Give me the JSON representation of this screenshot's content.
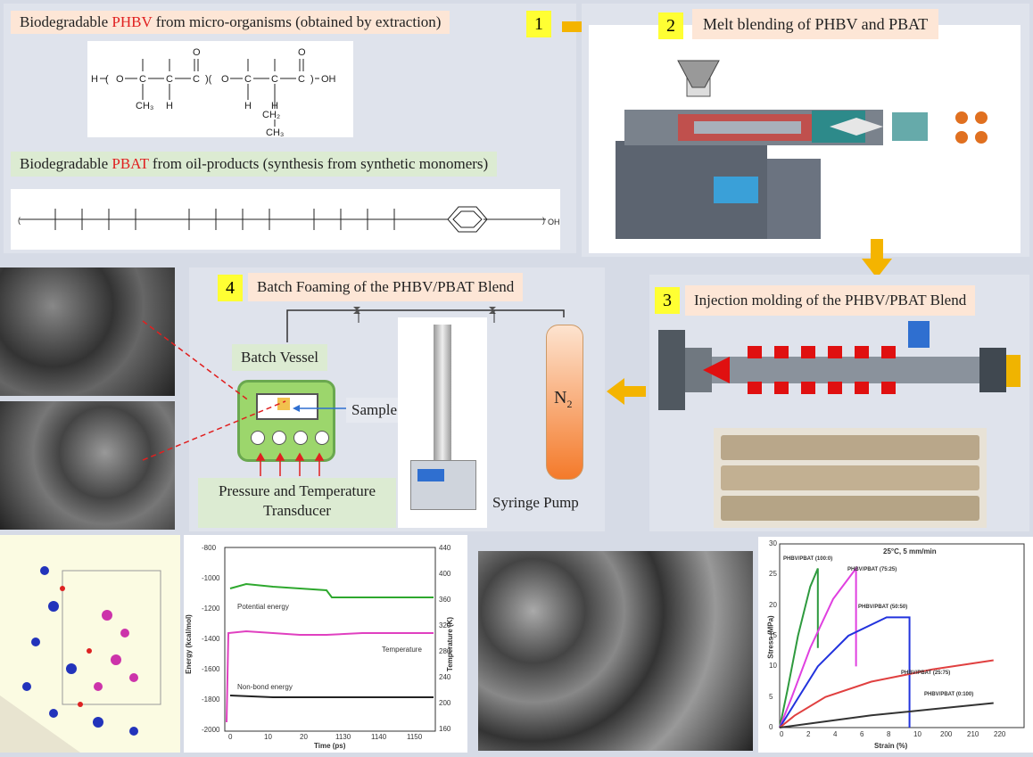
{
  "step1": {
    "number": "1",
    "phbv_prefix": "Biodegradable ",
    "phbv_highlight": "PHBV",
    "phbv_suffix": " from micro-organisms (obtained by extraction)",
    "pbat_prefix": "Biodegradable ",
    "pbat_highlight": "PBAT",
    "pbat_suffix": " from oil-products (synthesis from synthetic monomers)"
  },
  "step2": {
    "number": "2",
    "title": "Melt blending of PHBV and PBAT"
  },
  "step3": {
    "number": "3",
    "title": "Injection molding of the PHBV/PBAT Blend"
  },
  "step4": {
    "number": "4",
    "title": "Batch Foaming of the PHBV/PBAT Blend",
    "vessel": "Batch Vessel",
    "sample": "Sample",
    "transducer_line1": "Pressure and Temperature",
    "transducer_line2": "Transducer",
    "pump": "Syringe Pump",
    "gas": "N",
    "gas_sub": "2"
  },
  "energy_chart": {
    "xlabel": "Time (ps)",
    "ylabel_left": "Energy (kcal/mol)",
    "ylabel_right": "Temperature (K)",
    "label_potential": "Potential energy",
    "label_temperature": "Temperature",
    "label_nonbond": "Non-bond energy",
    "yticks_left": [
      "-800",
      "-1000",
      "-1200",
      "-1400",
      "-1600",
      "-1800",
      "-2000"
    ],
    "yticks_right": [
      "440",
      "400",
      "360",
      "320",
      "280",
      "240",
      "200",
      "160"
    ],
    "xticks": [
      "0",
      "10",
      "20",
      "1130",
      "1140",
      "1150"
    ]
  },
  "chart_data": {
    "type": "line",
    "title": "25°C, 5 mm/min",
    "xlabel": "Strain (%)",
    "ylabel": "Stress (MPa)",
    "ylim": [
      0,
      30
    ],
    "yticks": [
      "0",
      "5",
      "10",
      "15",
      "20",
      "25",
      "30"
    ],
    "xticks": [
      "0",
      "2",
      "4",
      "6",
      "8",
      "10",
      "200",
      "210",
      "220"
    ],
    "series": [
      {
        "name": "PHBV/PBAT (100:0)",
        "color": "#2e9a3e",
        "x": [
          0,
          0.5,
          1.2,
          2.0,
          2.5,
          2.5
        ],
        "y": [
          0,
          6,
          15,
          23,
          26,
          13
        ]
      },
      {
        "name": "PHBV/PBAT (75:25)",
        "color": "#e040e0",
        "x": [
          0,
          0.8,
          2.0,
          3.5,
          5.0,
          5.0
        ],
        "y": [
          0,
          5,
          13,
          21,
          26,
          10
        ]
      },
      {
        "name": "PHBV/PBAT (50:50)",
        "color": "#2233dd",
        "x": [
          0,
          1.0,
          2.5,
          4.5,
          7.0,
          8.5,
          8.5
        ],
        "y": [
          0,
          4,
          10,
          15,
          18,
          18,
          0
        ]
      },
      {
        "name": "PHBV/PBAT (25:75)",
        "color": "#e04040",
        "x": [
          0,
          1,
          3,
          6,
          10,
          14
        ],
        "y": [
          0,
          2,
          5,
          7.5,
          9.5,
          11
        ]
      },
      {
        "name": "PHBV/PBAT (0:100)",
        "color": "#333333",
        "x": [
          0,
          3,
          6,
          10,
          14
        ],
        "y": [
          0,
          1,
          2,
          3,
          4
        ]
      }
    ]
  }
}
